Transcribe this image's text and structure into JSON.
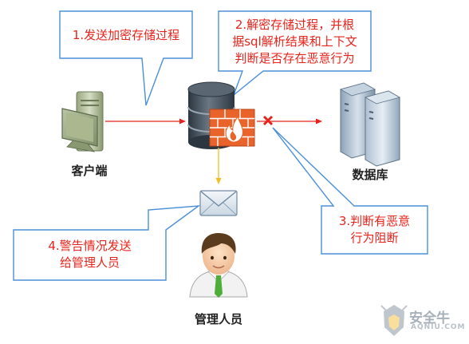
{
  "callouts": {
    "step1": "1.发送加密存储过程",
    "step2": [
      "2.解密存储过程，并根",
      "据sql解析结果和上下文",
      "判断是否存在恶意行为"
    ],
    "step3": [
      "3.判断有恶意",
      "行为阻断"
    ],
    "step4": [
      "4.警告情况发送",
      "给管理人员"
    ]
  },
  "nodes": {
    "client": "客户端",
    "database": "数据库",
    "admin": "管理人员"
  },
  "watermark": {
    "cn": "安全牛",
    "en": "AQNIU.COM"
  },
  "colors": {
    "callout_border": "#4a8fd8",
    "callout_text": "#e8231b",
    "arrow_red": "#e8231b",
    "arrow_yellow": "#f0c020",
    "leader_blue": "#3a6fc8",
    "firewall": "#e8642a",
    "db_cylinder": "#3d4a57"
  }
}
